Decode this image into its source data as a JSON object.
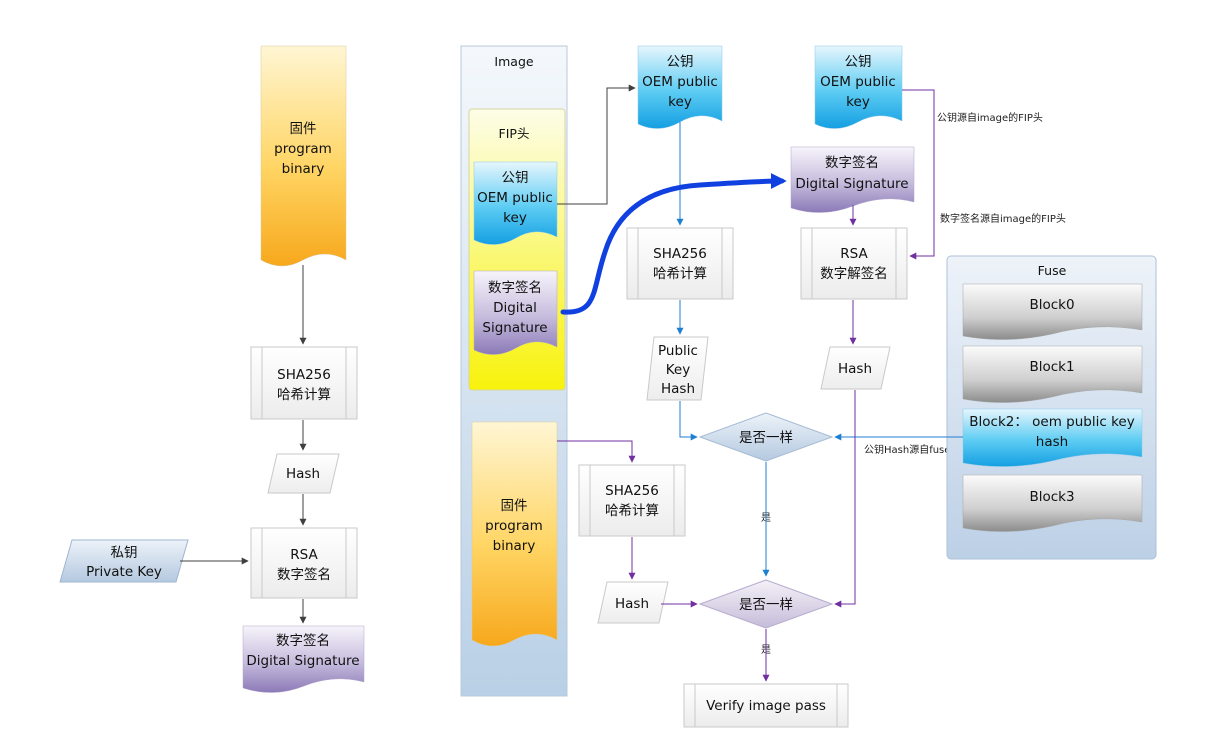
{
  "left": {
    "firmware": {
      "l1": "固件",
      "l2": "program",
      "l3": "binary"
    },
    "sha": {
      "l1": "SHA256",
      "l2": "哈希计算"
    },
    "hash": "Hash",
    "rsa": {
      "l1": "RSA",
      "l2": "数字签名"
    },
    "private_key": {
      "l1": "私钥",
      "l2": "Private Key"
    },
    "signature": {
      "l1": "数字签名",
      "l2": "Digital Signature"
    }
  },
  "image": {
    "title": "Image",
    "fip_title": "FIP头",
    "pubkey": {
      "l1": "公钥",
      "l2": "OEM public",
      "l3": "key"
    },
    "signature": {
      "l1": "数字签名",
      "l2": "Digital",
      "l3": "Signature"
    },
    "firmware": {
      "l1": "固件",
      "l2": "program",
      "l3": "binary"
    }
  },
  "verify": {
    "pubkey1": {
      "l1": "公钥",
      "l2": "OEM public",
      "l3": "key"
    },
    "pubkey2": {
      "l1": "公钥",
      "l2": "OEM public",
      "l3": "key"
    },
    "signature": {
      "l1": "数字签名",
      "l2": "Digital Signature"
    },
    "sha_key": {
      "l1": "SHA256",
      "l2": "哈希计算"
    },
    "rsa": {
      "l1": "RSA",
      "l2": "数字解签名"
    },
    "pk_hash": {
      "l1": "Public",
      "l2": "Key",
      "l3": "Hash"
    },
    "hash_rsa": "Hash",
    "compare1": "是否一样",
    "yes1": "是",
    "sha_bin": {
      "l1": "SHA256",
      "l2": "哈希计算"
    },
    "hash_bin": "Hash",
    "compare2": "是否一样",
    "yes2": "是",
    "pass": "Verify image pass"
  },
  "annotations": {
    "pubkey_src": "公钥源自image的FIP头",
    "sig_src": "数字签名源自image的FIP头",
    "hash_src": "公钥Hash源自fuse"
  },
  "fuse": {
    "title": "Fuse",
    "block0": "Block0",
    "block1": "Block1",
    "block2": {
      "l1": "Block2： oem public key",
      "l2": "hash"
    },
    "block3": "Block3"
  }
}
